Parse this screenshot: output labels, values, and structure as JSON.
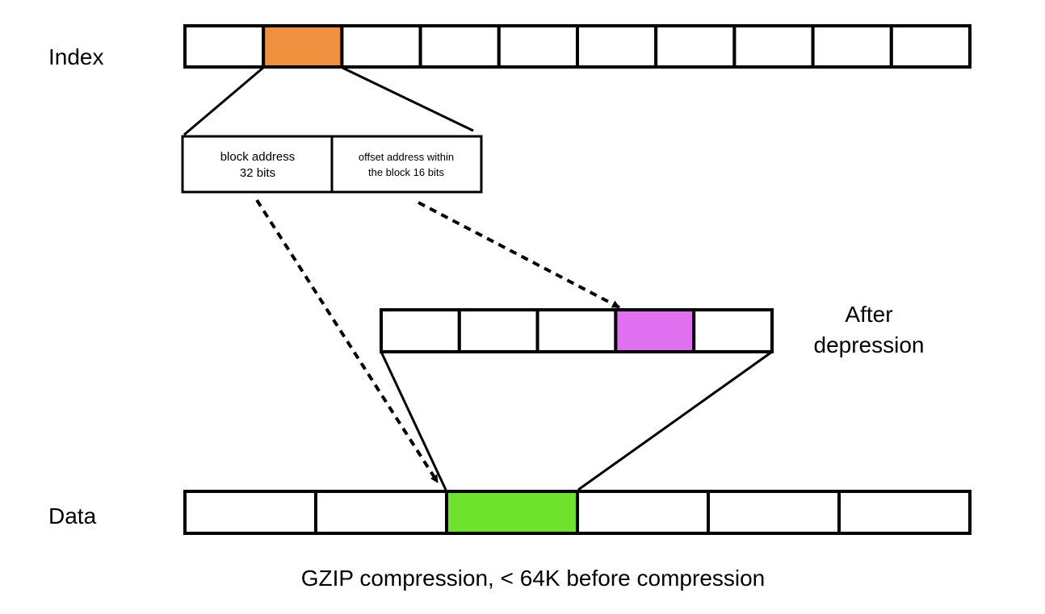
{
  "labels": {
    "index": "Index",
    "data": "Data",
    "after_line1": "After",
    "after_line2": "depression",
    "caption": "GZIP compression, < 64K before compression"
  },
  "address_fields": {
    "block": {
      "line1": "block address",
      "line2": "32 bits"
    },
    "offset": {
      "line1": "offset address within",
      "line2": "the block 16 bits"
    }
  },
  "index_row": {
    "cell_count": 10,
    "highlight_index": 1
  },
  "decompressed_row": {
    "cell_count": 5,
    "highlight_index": 3
  },
  "data_row": {
    "cell_count": 6,
    "highlight_index": 2
  },
  "colors": {
    "index_highlight": "#F0913F",
    "decompressed_highlight": "#E070F0",
    "data_highlight": "#6FE22E",
    "stroke": "#000000",
    "cell_fill": "#FFFFFF"
  }
}
